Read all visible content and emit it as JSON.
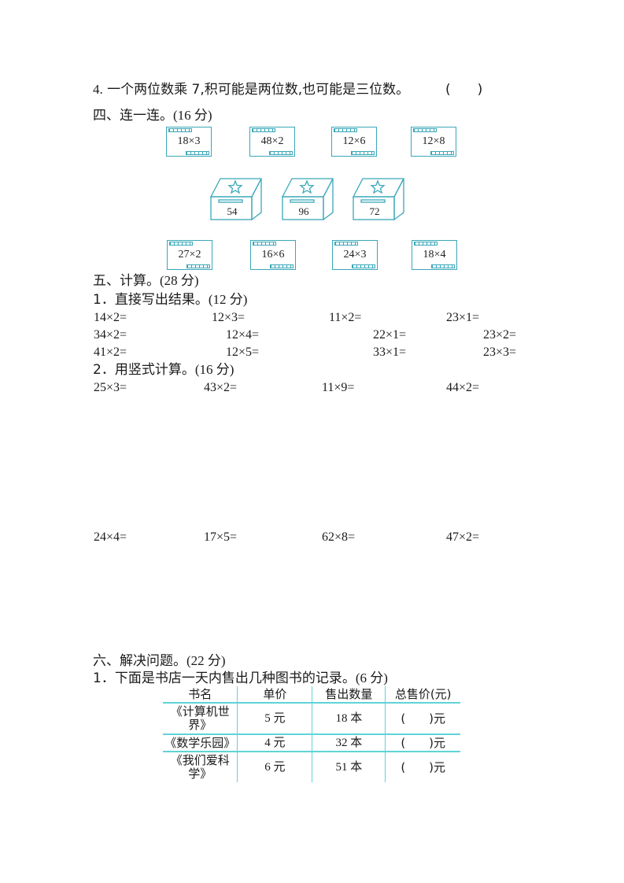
{
  "q4": {
    "number": "4.",
    "text": "一个两位数乘 7,积可能是两位数,也可能是三位数。",
    "answer_blank": "(　　)"
  },
  "section4": {
    "title": "四、连一连。",
    "score": "(16 分)",
    "top_cards": [
      "18×3",
      "48×2",
      "12×6",
      "12×8"
    ],
    "boxes": [
      "54",
      "96",
      "72"
    ],
    "bottom_cards": [
      "27×2",
      "16×6",
      "24×3",
      "18×4"
    ],
    "star_icon": "star-icon",
    "accent_color": "#3aa7b8"
  },
  "section5": {
    "title": "五、计算。",
    "score": "(28 分)",
    "part1": {
      "title": "1．直接写出结果。",
      "score": "(12 分)",
      "rows": [
        [
          "14×2=",
          "12×3=",
          "11×2=",
          "23×1="
        ],
        [
          "34×2=",
          "12×4=",
          "22×1=",
          "23×2="
        ],
        [
          "41×2=",
          "12×5=",
          "33×1=",
          "23×3="
        ]
      ]
    },
    "part2": {
      "title": "2．用竖式计算。",
      "score": "(16 分)",
      "rows": [
        [
          "25×3=",
          "43×2=",
          "11×9=",
          "44×2="
        ],
        [
          "24×4=",
          "17×5=",
          "62×8=",
          "47×2="
        ]
      ]
    }
  },
  "section6": {
    "title": "六、解决问题。",
    "score": "(22 分)",
    "q1": {
      "title": "1．下面是书店一天内售出几种图书的记录。",
      "score": "(6 分)",
      "table": {
        "headers": [
          "书名",
          "单价",
          "售出数量",
          "总售价(元)"
        ],
        "rows": [
          [
            "《计算机世界》",
            "5 元",
            "18 本",
            "(　　)元"
          ],
          [
            "《数学乐园》",
            "4 元",
            "32 本",
            "(　　)元"
          ],
          [
            "《我们爱科学》",
            "6 元",
            "51 本",
            "(　　)元"
          ]
        ]
      },
      "line_color": "#5fd3d8"
    }
  }
}
